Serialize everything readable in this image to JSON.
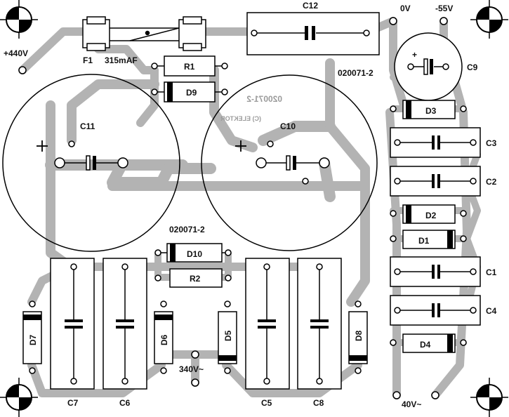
{
  "board": {
    "pcb_number_top": "020071-2",
    "pcb_number_mid": "020071-2",
    "pcb_number_mirrored": "020071-2",
    "copyright_mirrored": "(C) ELEKTOR"
  },
  "terminals": {
    "plus440": "+440V",
    "zero": "0V",
    "minus55": "-55V",
    "v340": "340V~",
    "v40": "40V~"
  },
  "fuse": {
    "designator": "F1",
    "rating": "315mAF"
  },
  "components": {
    "r1": "R1",
    "r2": "R2",
    "d1": "D1",
    "d2": "D2",
    "d3": "D3",
    "d4": "D4",
    "d5": "D5",
    "d6": "D6",
    "d7": "D7",
    "d8": "D8",
    "d9": "D9",
    "d10": "D10",
    "c1": "C1",
    "c2": "C2",
    "c3": "C3",
    "c4": "C4",
    "c5": "C5",
    "c6": "C6",
    "c7": "C7",
    "c8": "C8",
    "c9": "C9",
    "c10": "C10",
    "c11": "C11",
    "c12": "C12"
  },
  "polarity": {
    "plus": "+"
  },
  "colors": {
    "copper": "#b3b3b3",
    "outline": "#000000",
    "background": "#ffffff"
  }
}
